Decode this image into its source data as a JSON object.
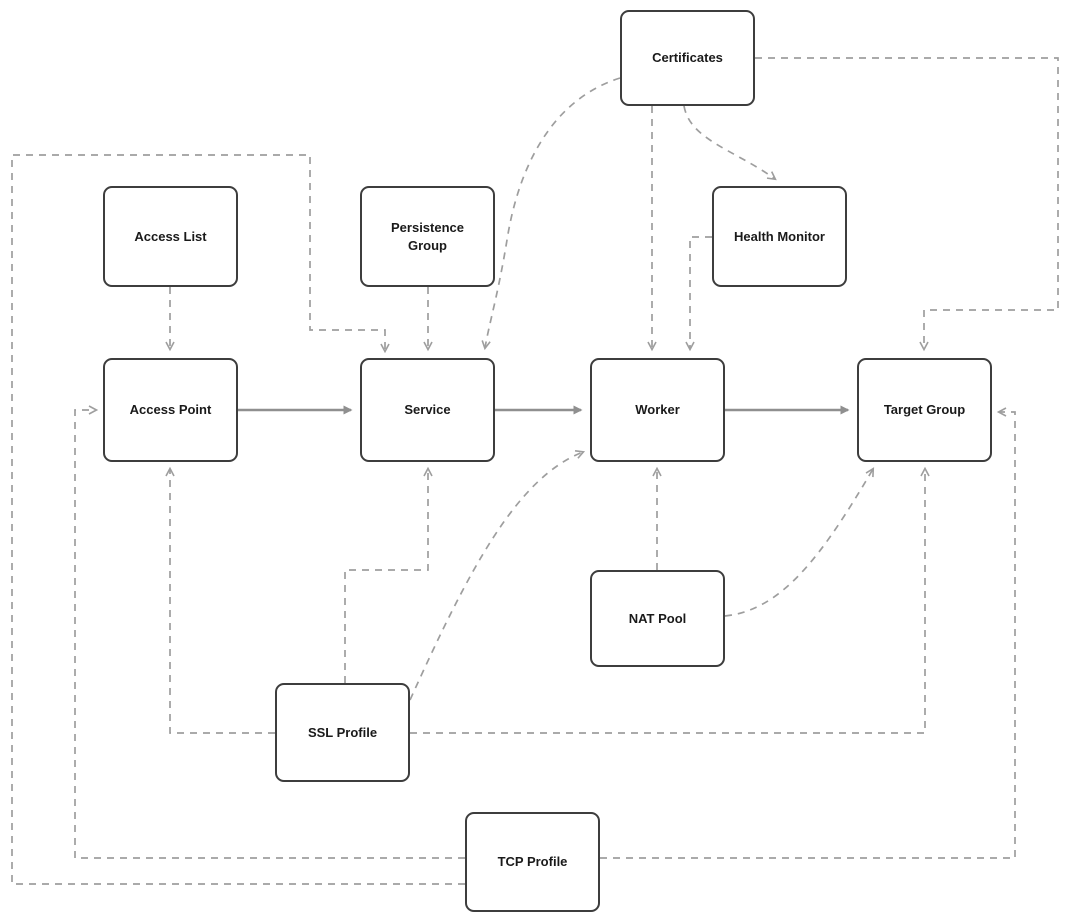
{
  "diagram": {
    "nodes": [
      {
        "id": "certificates",
        "label": "Certificates"
      },
      {
        "id": "access-list",
        "label": "Access List"
      },
      {
        "id": "persistence-group",
        "label": "Persistence Group"
      },
      {
        "id": "health-monitor",
        "label": "Health Monitor"
      },
      {
        "id": "access-point",
        "label": "Access Point"
      },
      {
        "id": "service",
        "label": "Service"
      },
      {
        "id": "worker",
        "label": "Worker"
      },
      {
        "id": "target-group",
        "label": "Target Group"
      },
      {
        "id": "nat-pool",
        "label": "NAT Pool"
      },
      {
        "id": "ssl-profile",
        "label": "SSL Profile"
      },
      {
        "id": "tcp-profile",
        "label": "TCP Profile"
      }
    ],
    "edges": [
      {
        "from": "access-point",
        "to": "service",
        "style": "solid"
      },
      {
        "from": "service",
        "to": "worker",
        "style": "solid"
      },
      {
        "from": "worker",
        "to": "target-group",
        "style": "solid"
      },
      {
        "from": "access-list",
        "to": "access-point",
        "style": "dashed"
      },
      {
        "from": "persistence-group",
        "to": "service",
        "style": "dashed"
      },
      {
        "from": "certificates",
        "to": "service",
        "style": "dashed"
      },
      {
        "from": "certificates",
        "to": "worker",
        "style": "dashed"
      },
      {
        "from": "certificates",
        "to": "health-monitor",
        "style": "dashed"
      },
      {
        "from": "certificates",
        "to": "target-group",
        "style": "dashed"
      },
      {
        "from": "health-monitor",
        "to": "worker",
        "style": "dashed"
      },
      {
        "from": "nat-pool",
        "to": "worker",
        "style": "dashed"
      },
      {
        "from": "nat-pool",
        "to": "target-group",
        "style": "dashed"
      },
      {
        "from": "ssl-profile",
        "to": "access-point",
        "style": "dashed"
      },
      {
        "from": "ssl-profile",
        "to": "service",
        "style": "dashed"
      },
      {
        "from": "ssl-profile",
        "to": "worker",
        "style": "dashed"
      },
      {
        "from": "ssl-profile",
        "to": "target-group",
        "style": "dashed"
      },
      {
        "from": "tcp-profile",
        "to": "access-point",
        "style": "dashed"
      },
      {
        "from": "tcp-profile",
        "to": "service",
        "style": "dashed"
      },
      {
        "from": "tcp-profile",
        "to": "target-group",
        "style": "dashed"
      }
    ],
    "colors": {
      "node_border": "#3d3d3d",
      "node_fill": "#ffffff",
      "edge": "#9e9e9e",
      "text": "#1a1a1a",
      "background": "#ffffff"
    }
  }
}
